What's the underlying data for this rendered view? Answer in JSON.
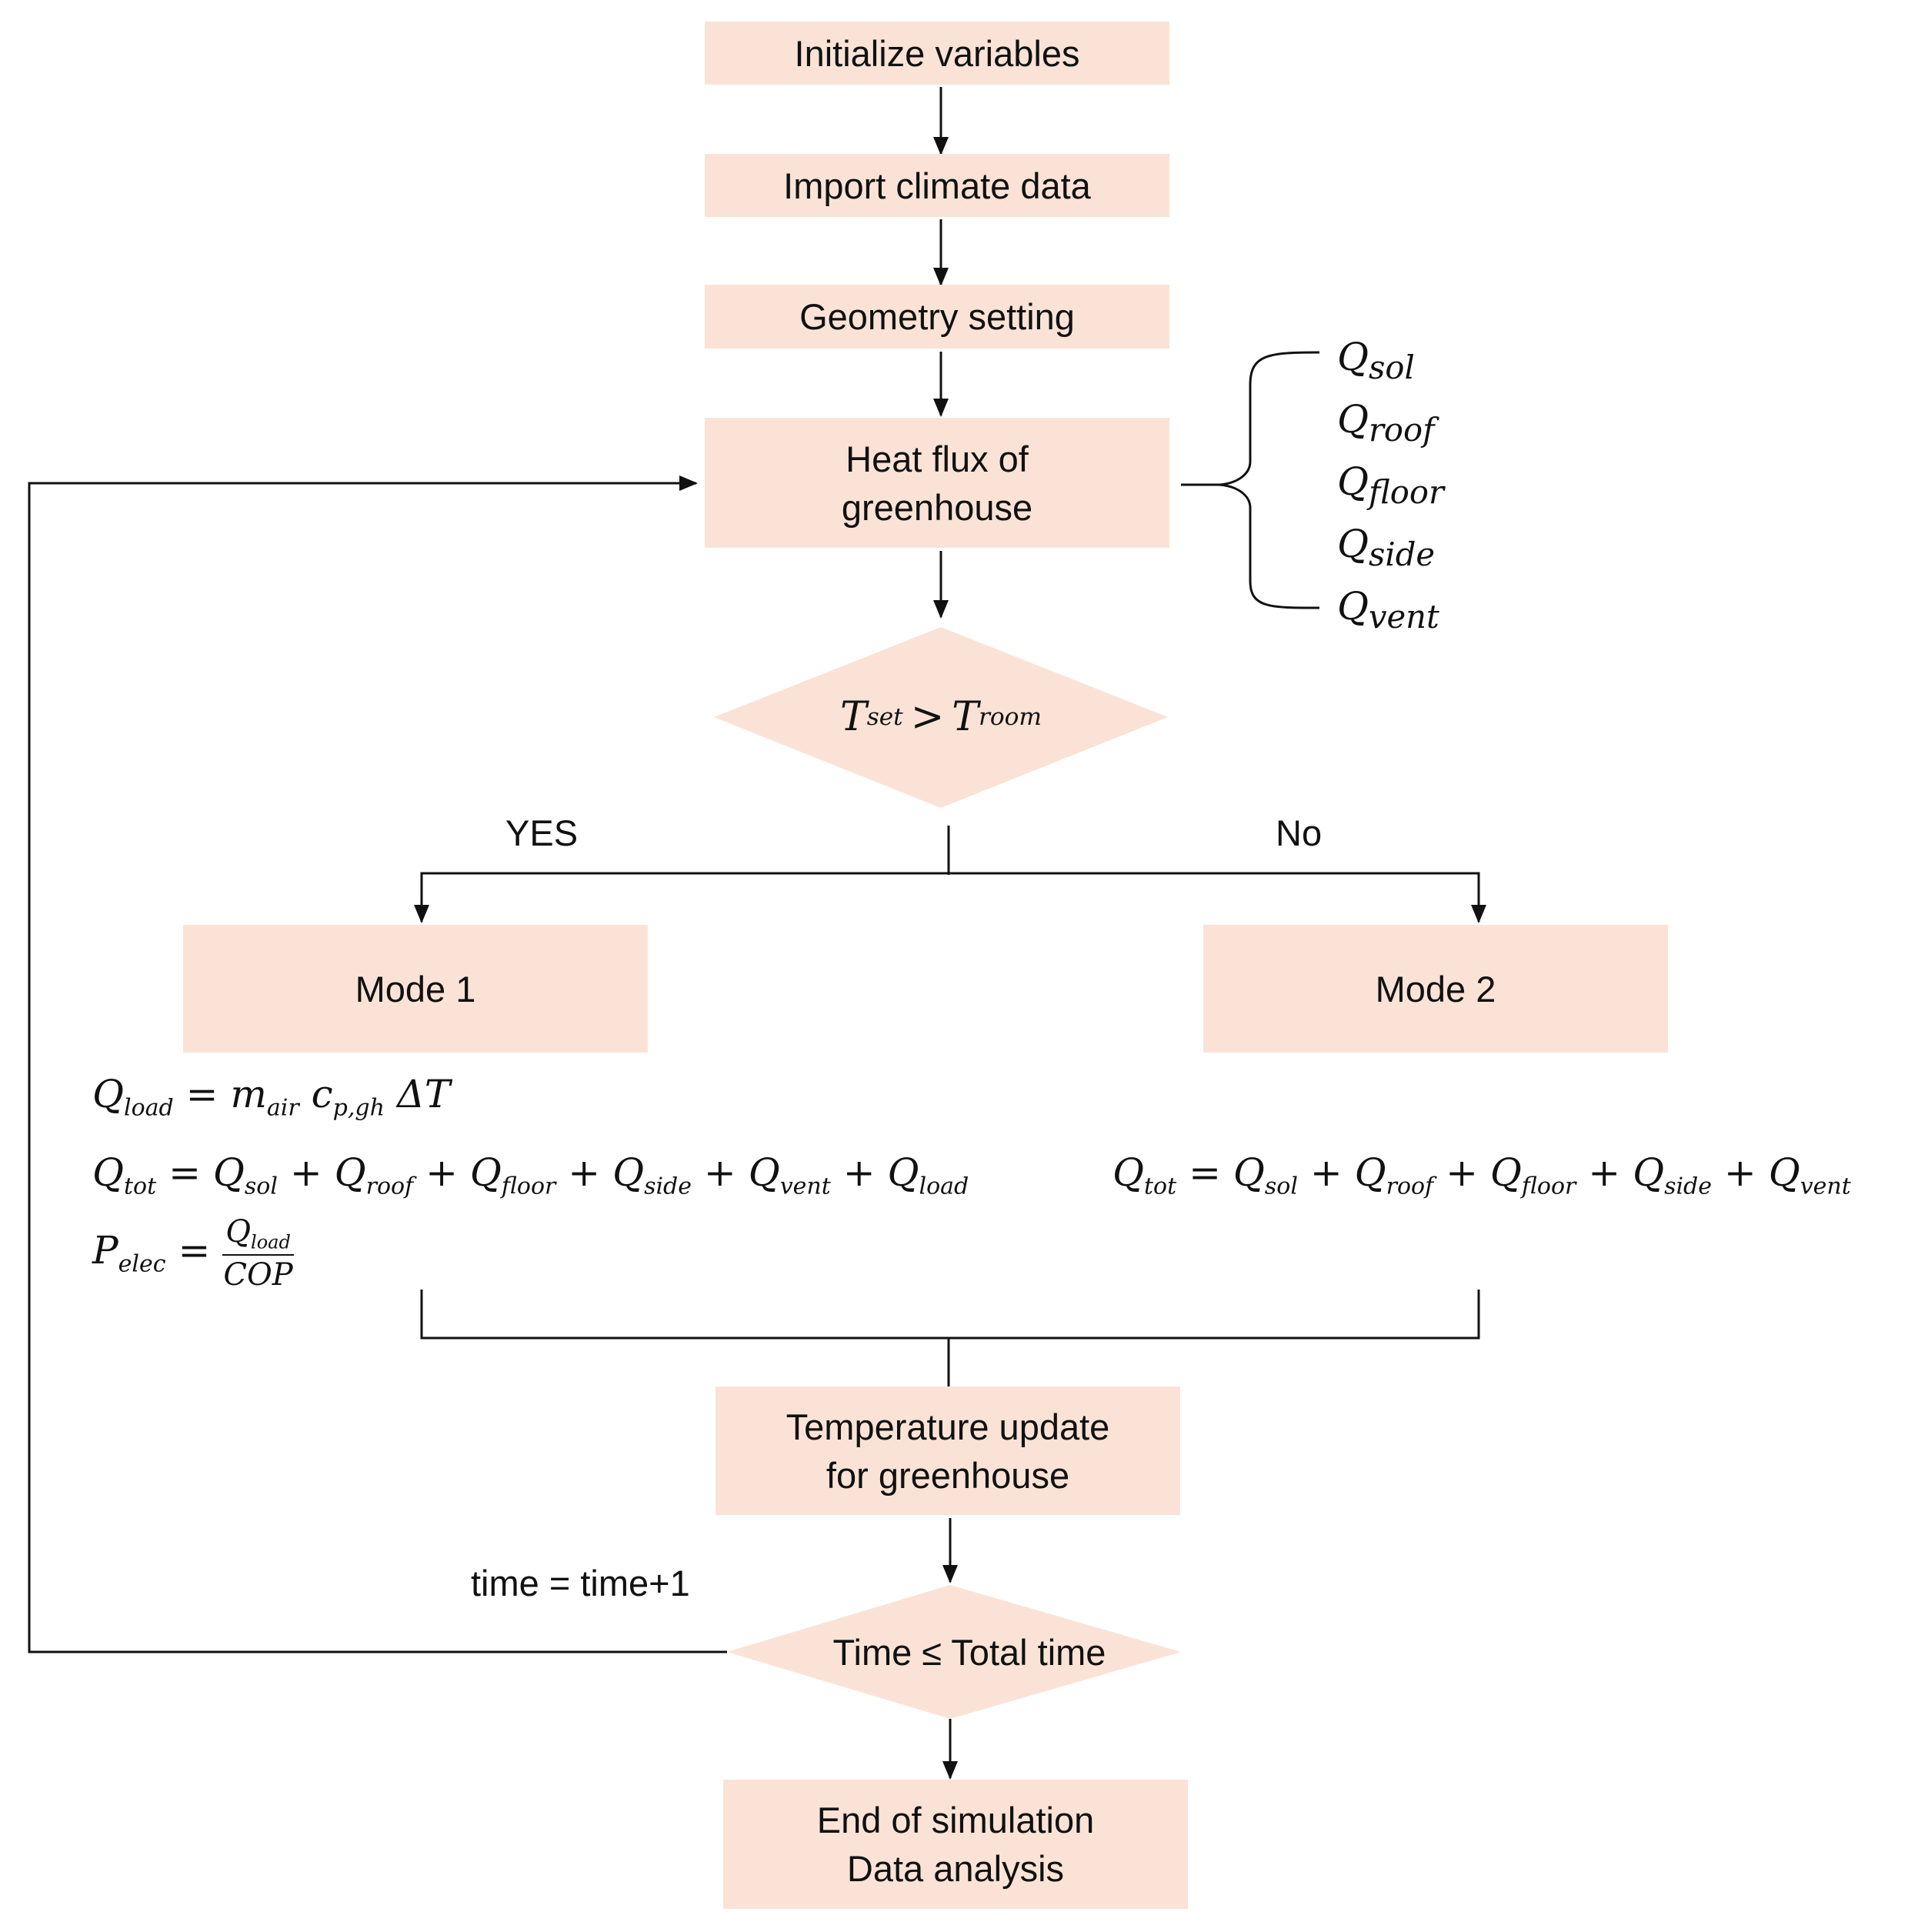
{
  "steps": {
    "init": "Initialize variables",
    "import": "Import climate data",
    "geometry": "Geometry setting",
    "heat_flux_1": "Heat flux of",
    "heat_flux_2": "greenhouse",
    "mode1": "Mode 1",
    "mode2": "Mode 2",
    "temp_update_1": "Temperature update",
    "temp_update_2": "for greenhouse",
    "end_1": "End of simulation",
    "end_2": "Data analysis"
  },
  "decision1": {
    "lhs": "T",
    "lhs_sub": "set",
    "op": ">",
    "rhs": "T",
    "rhs_sub": "room"
  },
  "decision2": {
    "label": "Time ≤ Total time"
  },
  "branches": {
    "yes": "YES",
    "no": "No",
    "loop": "time = time+1"
  },
  "heat_terms": [
    {
      "sym": "Q",
      "sub": "sol"
    },
    {
      "sym": "Q",
      "sub": "roof"
    },
    {
      "sym": "Q",
      "sub": "floor"
    },
    {
      "sym": "Q",
      "sub": "side"
    },
    {
      "sym": "Q",
      "sub": "vent"
    }
  ],
  "mode1_equations": {
    "eq1": {
      "Q": "Q",
      "load": "load",
      "eq": "=",
      "m": "m",
      "air": "air",
      "c": "c",
      "pgh": "p,gh",
      "dT": "ΔT"
    },
    "eq2": {
      "lhs": "Q",
      "lhs_sub": "tot",
      "terms": [
        "sol",
        "roof",
        "floor",
        "side",
        "vent",
        "load"
      ]
    },
    "eq3": {
      "P": "P",
      "elec": "elec",
      "num": "Q",
      "num_sub": "load",
      "den": "COP"
    }
  },
  "mode2_equations": {
    "eq1": {
      "lhs": "Q",
      "lhs_sub": "tot",
      "terms": [
        "sol",
        "roof",
        "floor",
        "side",
        "vent"
      ]
    }
  },
  "colors": {
    "box_fill": "#fae3d6",
    "line": "#111111"
  }
}
